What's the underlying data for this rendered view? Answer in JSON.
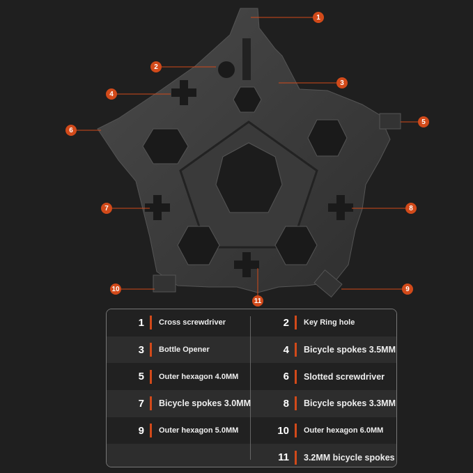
{
  "callouts": [
    "1",
    "2",
    "3",
    "4",
    "5",
    "6",
    "7",
    "8",
    "9",
    "10",
    "11"
  ],
  "features": [
    {
      "num": "1",
      "label": "Cross screwdriver"
    },
    {
      "num": "2",
      "label": "Key Ring hole"
    },
    {
      "num": "3",
      "label": "Bottle Opener"
    },
    {
      "num": "4",
      "label": "Bicycle spokes 3.5MM"
    },
    {
      "num": "5",
      "label": "Outer hexagon 4.0MM"
    },
    {
      "num": "6",
      "label": "Slotted screwdriver"
    },
    {
      "num": "7",
      "label": "Bicycle spokes 3.0MM"
    },
    {
      "num": "8",
      "label": "Bicycle spokes 3.3MM"
    },
    {
      "num": "9",
      "label": "Outer hexagon 5.0MM"
    },
    {
      "num": "10",
      "label": "Outer hexagon 6.0MM"
    },
    {
      "num": "11",
      "label": "3.2MM bicycle spokes"
    }
  ],
  "colors": {
    "accent": "#d24a1a",
    "background": "#1f1f1f"
  }
}
